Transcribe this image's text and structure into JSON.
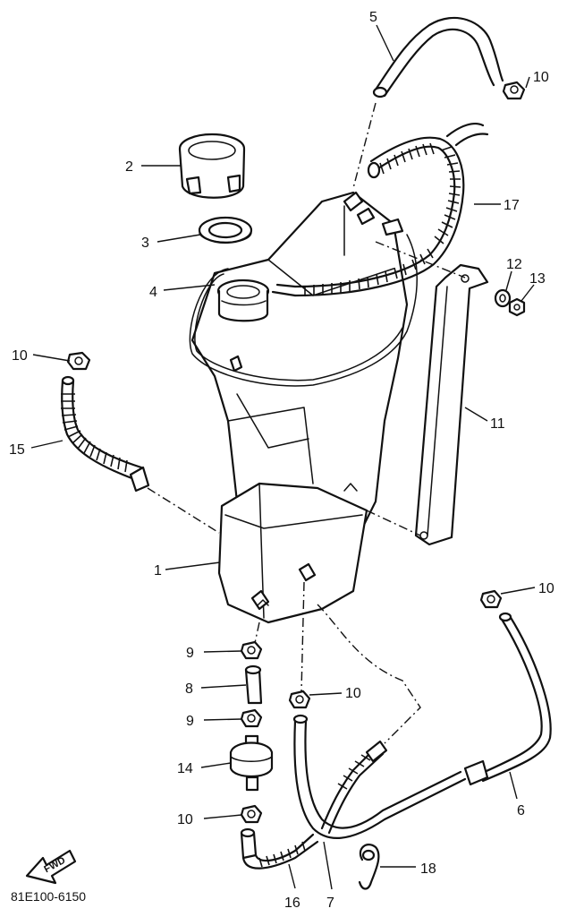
{
  "callouts": {
    "p1": "1",
    "p2": "2",
    "p3": "3",
    "p4": "4",
    "p5": "5",
    "p6": "6",
    "p7": "7",
    "p8": "8",
    "p9a": "9",
    "p9b": "9",
    "p10a": "10",
    "p10b": "10",
    "p10c": "10",
    "p10d": "10",
    "p10e": "10",
    "p11": "11",
    "p12": "12",
    "p13": "13",
    "p14": "14",
    "p15": "15",
    "p16": "16",
    "p17": "17",
    "p18": "18"
  },
  "fwd_label": "FWD",
  "diagram_code": "81E100-6150"
}
